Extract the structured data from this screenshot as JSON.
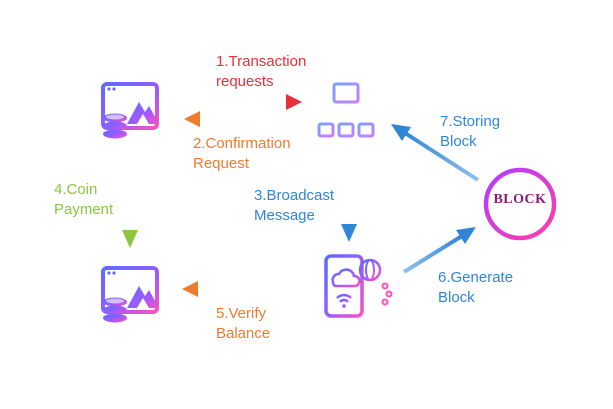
{
  "nodes": {
    "sender_wallet": {
      "icon": "wallet-browser-icon"
    },
    "network_node": {
      "icon": "network-hierarchy-icon"
    },
    "block": {
      "label": "BLOCK"
    },
    "validator_device": {
      "icon": "mobile-network-device-icon"
    },
    "receiver_wallet": {
      "icon": "wallet-browser-icon"
    }
  },
  "steps": {
    "s1": {
      "line1": "1.Transaction",
      "line2": "requests"
    },
    "s2": {
      "line1": "2.Confirmation",
      "line2": "Request"
    },
    "s3": {
      "line1": "3.Broadcast",
      "line2": "Message"
    },
    "s4": {
      "line1": "4.Coin",
      "line2": "Payment"
    },
    "s5": {
      "line1": "5.Verify",
      "line2": "Balance"
    },
    "s6": {
      "line1": "6.Generate",
      "line2": "Block"
    },
    "s7": {
      "line1": "7.Storing",
      "line2": "Block"
    }
  },
  "colors": {
    "red": "#e8303a",
    "orange": "#ee7b2e",
    "blue": "#2f86d6",
    "green": "#8cc63f",
    "icon_gradient_start": "#6a5cff",
    "icon_gradient_end": "#ff4fc0"
  }
}
